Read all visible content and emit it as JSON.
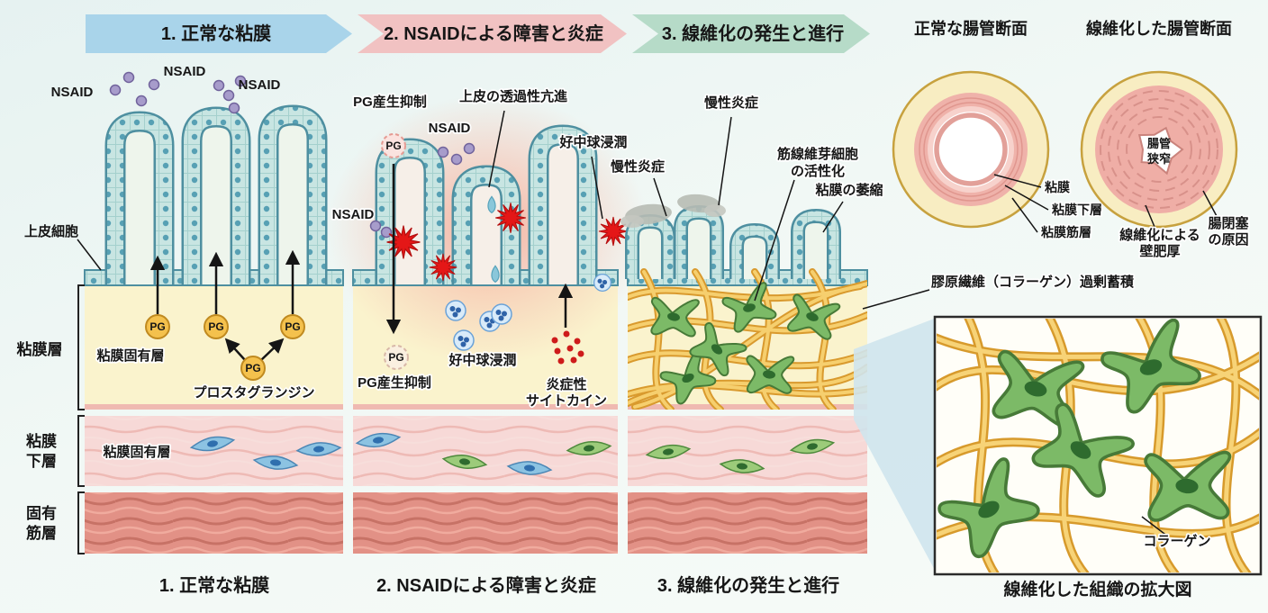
{
  "common": {
    "pg_label": "PG"
  },
  "banners": {
    "step1": "1. 正常な粘膜",
    "step2": "2. NSAIDによる障害と炎症",
    "step3": "3. 線維化の発生と進行",
    "color1": "#a9d4ea",
    "color2": "#f1c2c2",
    "color3": "#b6dbc8"
  },
  "layers": {
    "epithelial_cells": "上皮細胞",
    "mucosa": "粘膜層",
    "submucosa_line1": "粘膜",
    "submucosa_line2": "下層",
    "muscularis_line1": "固有",
    "muscularis_line2": "筋層"
  },
  "panel1": {
    "nsaid_1": "NSAID",
    "nsaid_2": "NSAID",
    "nsaid_3": "NSAID",
    "lamina_propria": "粘膜固有層",
    "prostaglandin": "プロスタグランジン",
    "submucosa_label": "粘膜固有層",
    "caption": "1. 正常な粘膜"
  },
  "panel2": {
    "pg_suppression_top": "PG産生抑制",
    "nsaid_1": "NSAID",
    "permeability": "上皮の透過性亢進",
    "neutrophil_top": "好中球浸潤",
    "nsaid_2": "NSAID",
    "pg_suppression_bottom": "PG産生抑制",
    "neutrophil_bottom": "好中球浸潤",
    "cytokine_line1": "炎症性",
    "cytokine_line2": "サイトカイン",
    "caption": "2. NSAIDによる障害と炎症"
  },
  "panel3": {
    "chronic_inflammation_top": "慢性炎症",
    "chronic_inflammation_left": "慢性炎症",
    "myofibroblast_line1": "筋線維芽細胞",
    "myofibroblast_line2": "の活性化",
    "mucosal_atrophy": "粘膜の萎縮",
    "collagen_accumulation": "膠原繊維（コラーゲン）過剰蓄積",
    "caption": "3. 線維化の発生と進行"
  },
  "cross_sections": {
    "normal_title": "正常な腸管断面",
    "fibrotic_title": "線維化した腸管断面",
    "stenosis_line1": "腸管",
    "stenosis_line2": "狭窄",
    "ring_mucosa": "粘膜",
    "ring_submucosa": "粘膜下層",
    "ring_muscularis": "粘膜筋層",
    "thickening_line1": "線維化による",
    "thickening_line2": "壁肥厚",
    "obstruction_line1": "腸閉塞",
    "obstruction_line2": "の原因"
  },
  "magnified": {
    "collagen": "コラーゲン",
    "caption": "線維化した組織の拡大図"
  }
}
